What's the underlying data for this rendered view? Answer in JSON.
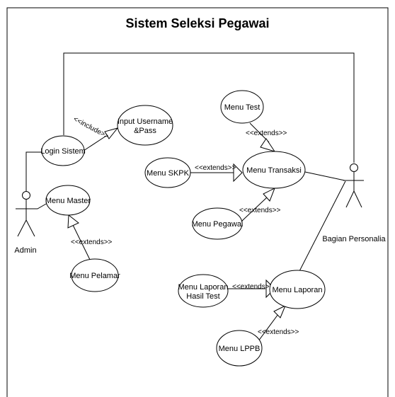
{
  "title": "Sistem Seleksi Pegawai",
  "actors": {
    "admin": "Admin",
    "personalia": "Bagian Personalia"
  },
  "use_cases": {
    "input_username_line1": "Input Username",
    "input_username_line2": "&Pass",
    "login_sistem": "Login Sistem",
    "menu_master": "Menu Master",
    "menu_pelamar": "Menu Pelamar",
    "menu_test": "Menu Test",
    "menu_skpk": "Menu SKPK",
    "menu_transaksi": "Menu Transaksi",
    "menu_pegawai": "Menu Pegawai",
    "menu_laporan_hasil_line1": "Menu Laporan",
    "menu_laporan_hasil_line2": "Hasil Test",
    "menu_laporan": "Menu Laporan",
    "menu_lppb": "Menu LPPB"
  },
  "relations": {
    "include": "<<include>>",
    "extends_pelamar": "<<extends>>",
    "extends_test": "<<extends>>",
    "extends_skpk": "<<extends>>",
    "extends_pegawai": "<<extends>>",
    "extends_laporan_hasil": "<<extends>>",
    "extends_lppb": "<<extends>>"
  }
}
